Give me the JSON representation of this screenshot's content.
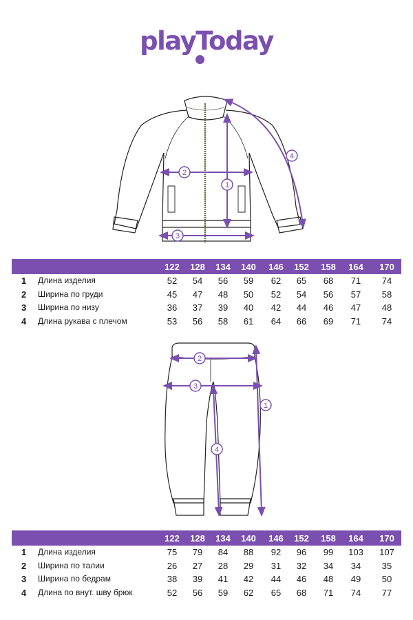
{
  "brand": {
    "name": "playToday",
    "color": "#7b4fb0"
  },
  "jacket": {
    "markers": [
      "1",
      "2",
      "3",
      "4"
    ],
    "table": {
      "sizes": [
        "122",
        "128",
        "134",
        "140",
        "146",
        "152",
        "158",
        "164",
        "170"
      ],
      "rows": [
        {
          "num": "1",
          "label": "Длина изделия",
          "values": [
            "52",
            "54",
            "56",
            "59",
            "62",
            "65",
            "68",
            "71",
            "74"
          ]
        },
        {
          "num": "2",
          "label": "Ширина по груди",
          "values": [
            "45",
            "47",
            "48",
            "50",
            "52",
            "54",
            "56",
            "57",
            "58"
          ]
        },
        {
          "num": "3",
          "label": "Ширина по низу",
          "values": [
            "36",
            "37",
            "39",
            "40",
            "42",
            "44",
            "46",
            "47",
            "48"
          ]
        },
        {
          "num": "4",
          "label": "Длина рукава с плечом",
          "values": [
            "53",
            "56",
            "58",
            "61",
            "64",
            "66",
            "69",
            "71",
            "74"
          ]
        }
      ]
    }
  },
  "pants": {
    "markers": [
      "1",
      "2",
      "3",
      "4"
    ],
    "table": {
      "sizes": [
        "122",
        "128",
        "134",
        "140",
        "146",
        "152",
        "158",
        "164",
        "170"
      ],
      "rows": [
        {
          "num": "1",
          "label": "Длина изделия",
          "values": [
            "75",
            "79",
            "84",
            "88",
            "92",
            "96",
            "99",
            "103",
            "107"
          ]
        },
        {
          "num": "2",
          "label": "Ширина по талии",
          "values": [
            "26",
            "27",
            "28",
            "29",
            "31",
            "32",
            "34",
            "34",
            "35"
          ]
        },
        {
          "num": "3",
          "label": "Ширина по бедрам",
          "values": [
            "38",
            "39",
            "41",
            "42",
            "44",
            "46",
            "48",
            "49",
            "50"
          ]
        },
        {
          "num": "4",
          "label": "Длина по внут. шву брюк",
          "values": [
            "52",
            "56",
            "59",
            "62",
            "65",
            "68",
            "71",
            "74",
            "77"
          ]
        }
      ]
    }
  }
}
